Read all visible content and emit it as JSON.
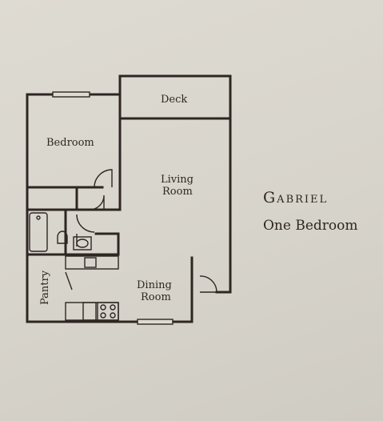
{
  "plan": {
    "name": "Gabriel",
    "subtitle": "One Bedroom",
    "rooms": {
      "deck": "Deck",
      "bedroom": "Bedroom",
      "living_line1": "Living",
      "living_line2": "Room",
      "dining_line1": "Dining",
      "dining_line2": "Room",
      "pantry": "Pantry"
    }
  },
  "colors": {
    "ink": "#2e2622",
    "paper": "#d9d6ce"
  }
}
